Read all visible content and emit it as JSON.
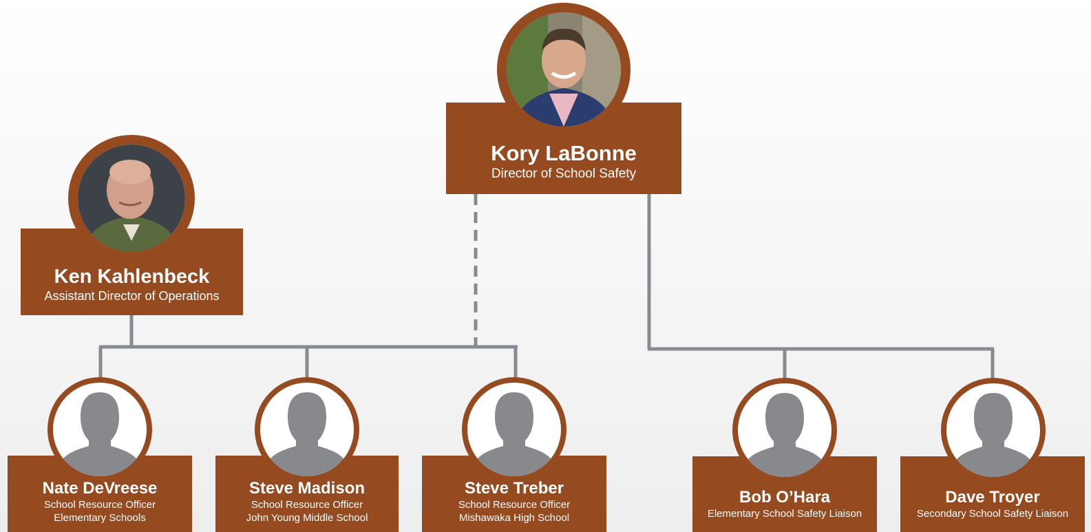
{
  "colors": {
    "box": "#954a1f",
    "ring": "#954a1f",
    "connector": "#868b91",
    "silhouette": "#87898d",
    "text": "#ffffff"
  },
  "people": {
    "director": {
      "name": "Kory LaBonne",
      "title": "Director of School Safety",
      "photo": "person-photo"
    },
    "assistant": {
      "name": "Ken Kahlenbeck",
      "title": "Assistant Director of Operations",
      "photo": "person-photo"
    },
    "officer_1": {
      "name": "Nate DeVreese",
      "title": "School Resource Officer",
      "school": "Elementary Schools",
      "icon": "person-silhouette-icon"
    },
    "officer_2": {
      "name": "Steve Madison",
      "title": "School Resource Officer",
      "school": "John Young Middle School",
      "icon": "person-silhouette-icon"
    },
    "officer_3": {
      "name": "Steve Treber",
      "title": "School Resource Officer",
      "school": "Mishawaka High School",
      "icon": "person-silhouette-icon"
    },
    "liaison_1": {
      "name": "Bob O’Hara",
      "title": "Elementary School Safety Liaison",
      "icon": "person-silhouette-icon"
    },
    "liaison_2": {
      "name": "Dave Troyer",
      "title": "Secondary School Safety Liaison",
      "icon": "person-silhouette-icon"
    }
  }
}
